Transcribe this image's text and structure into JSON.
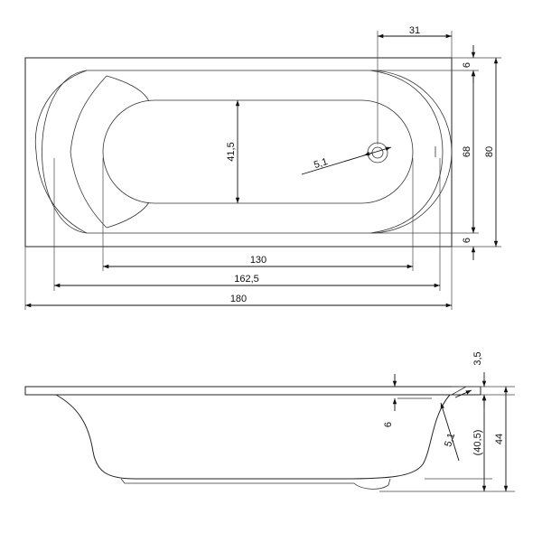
{
  "top_view": {
    "dimensions": {
      "width_31": "31",
      "inner_width_41_5": "41,5",
      "drain_5_1": "5,1",
      "rim_top_6": "6",
      "inner_width_68": "68",
      "outer_width_80": "80",
      "rim_bottom_6": "6",
      "inner_length_130": "130",
      "length_162_5": "162,5",
      "outer_length_180": "180"
    }
  },
  "side_view": {
    "dimensions": {
      "rim_3_5": "3,5",
      "depth_6": "6",
      "drain_5_1": "5,1",
      "depth_40_5": "(40,5)",
      "height_44": "44"
    }
  }
}
